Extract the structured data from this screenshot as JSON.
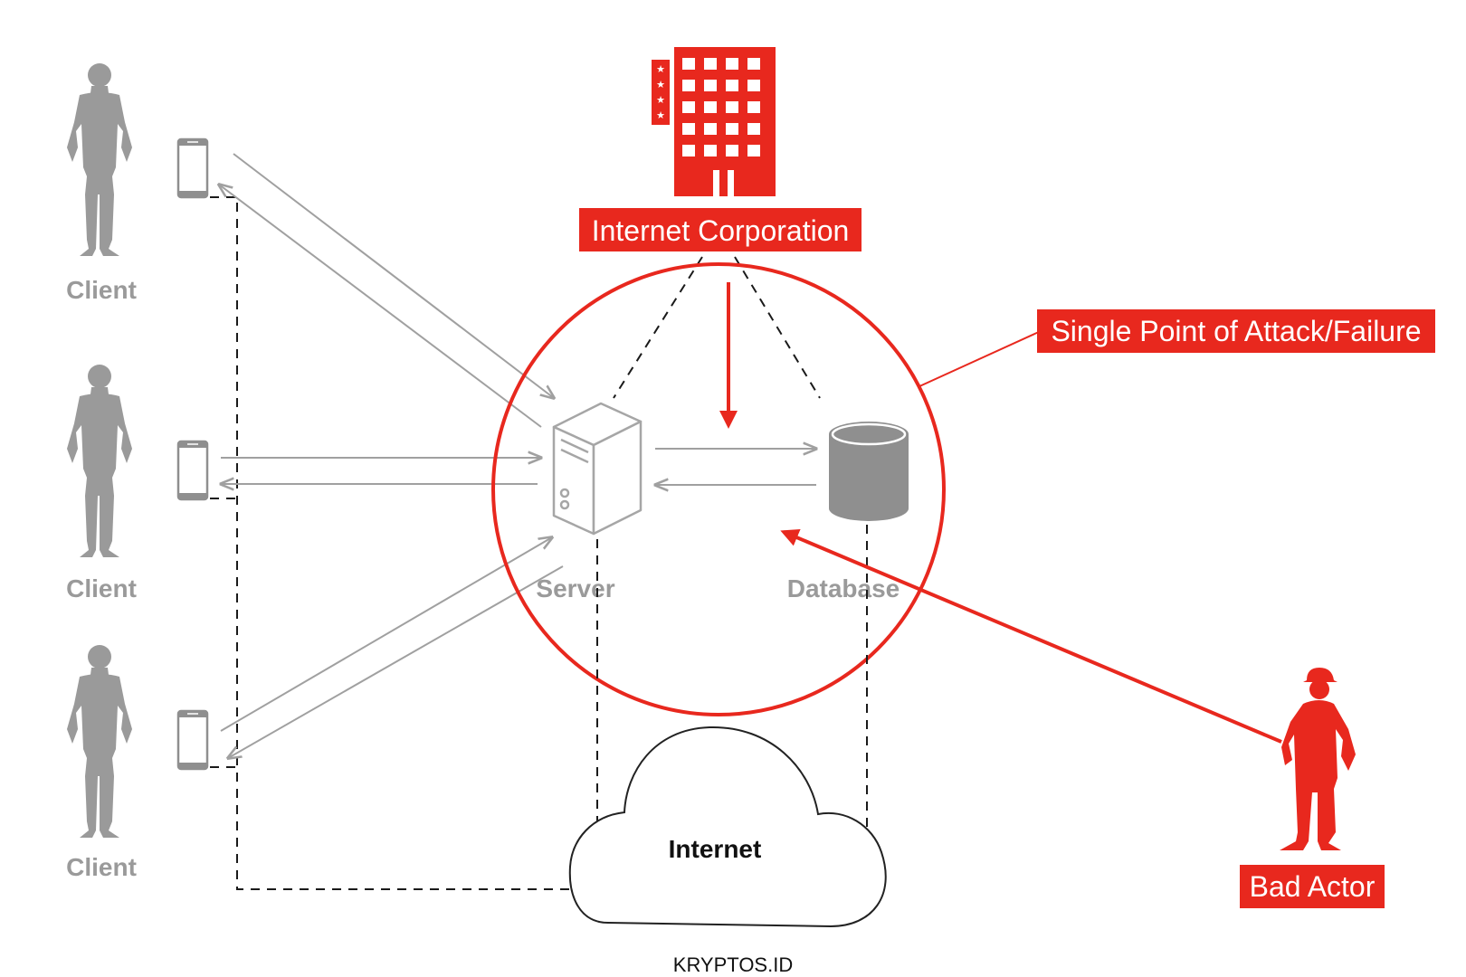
{
  "clients": [
    {
      "label": "Client"
    },
    {
      "label": "Client"
    },
    {
      "label": "Client"
    }
  ],
  "server": {
    "label": "Server"
  },
  "database": {
    "label": "Database"
  },
  "corporation": {
    "label": "Internet Corporation"
  },
  "single_point": {
    "label": "Single Point of Attack/Failure"
  },
  "internet": {
    "label": "Internet"
  },
  "bad_actor": {
    "label": "Bad Actor"
  },
  "footer": {
    "text": "KRYPTOS.ID"
  },
  "colors": {
    "accent_red": "#e8281e",
    "person_gray": "#9a9a9a",
    "arrow_gray": "#a0a0a0",
    "dash_black": "#1a1a1a"
  }
}
